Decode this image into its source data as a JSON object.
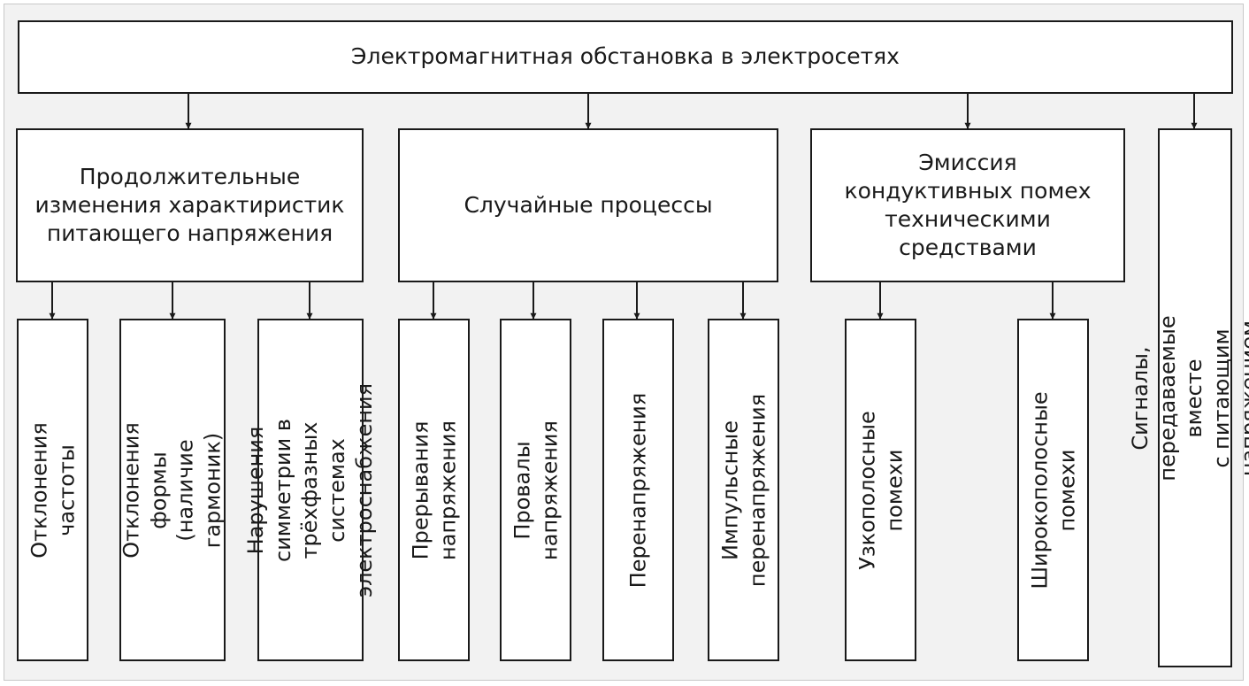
{
  "diagram": {
    "title": "Электромагнитная обстановка в электросетях",
    "categories": [
      {
        "label": "Продолжительные\nизменения характиристик\nпитающего напряжения",
        "items": [
          "Отклонения частоты",
          "Отклонения формы\n(наличие гармоник)",
          "Нарушения симметрии в\nтрёхфазных системах\nэлектроснабжения"
        ]
      },
      {
        "label": "Случайные процессы",
        "items": [
          "Прерывания напряжения",
          "Провалы напряжения",
          "Перенапряжения",
          "Импульсные\nперенапряжения"
        ]
      },
      {
        "label": "Эмиссия\nкондуктивных помех\nтехническими\nсредствами",
        "items": [
          "Узкополосные помехи",
          "Широкополосные\nпомехи"
        ]
      },
      {
        "label": "Сигналы, передаваемые вместе\nс питающим напряжением",
        "items": []
      }
    ]
  }
}
